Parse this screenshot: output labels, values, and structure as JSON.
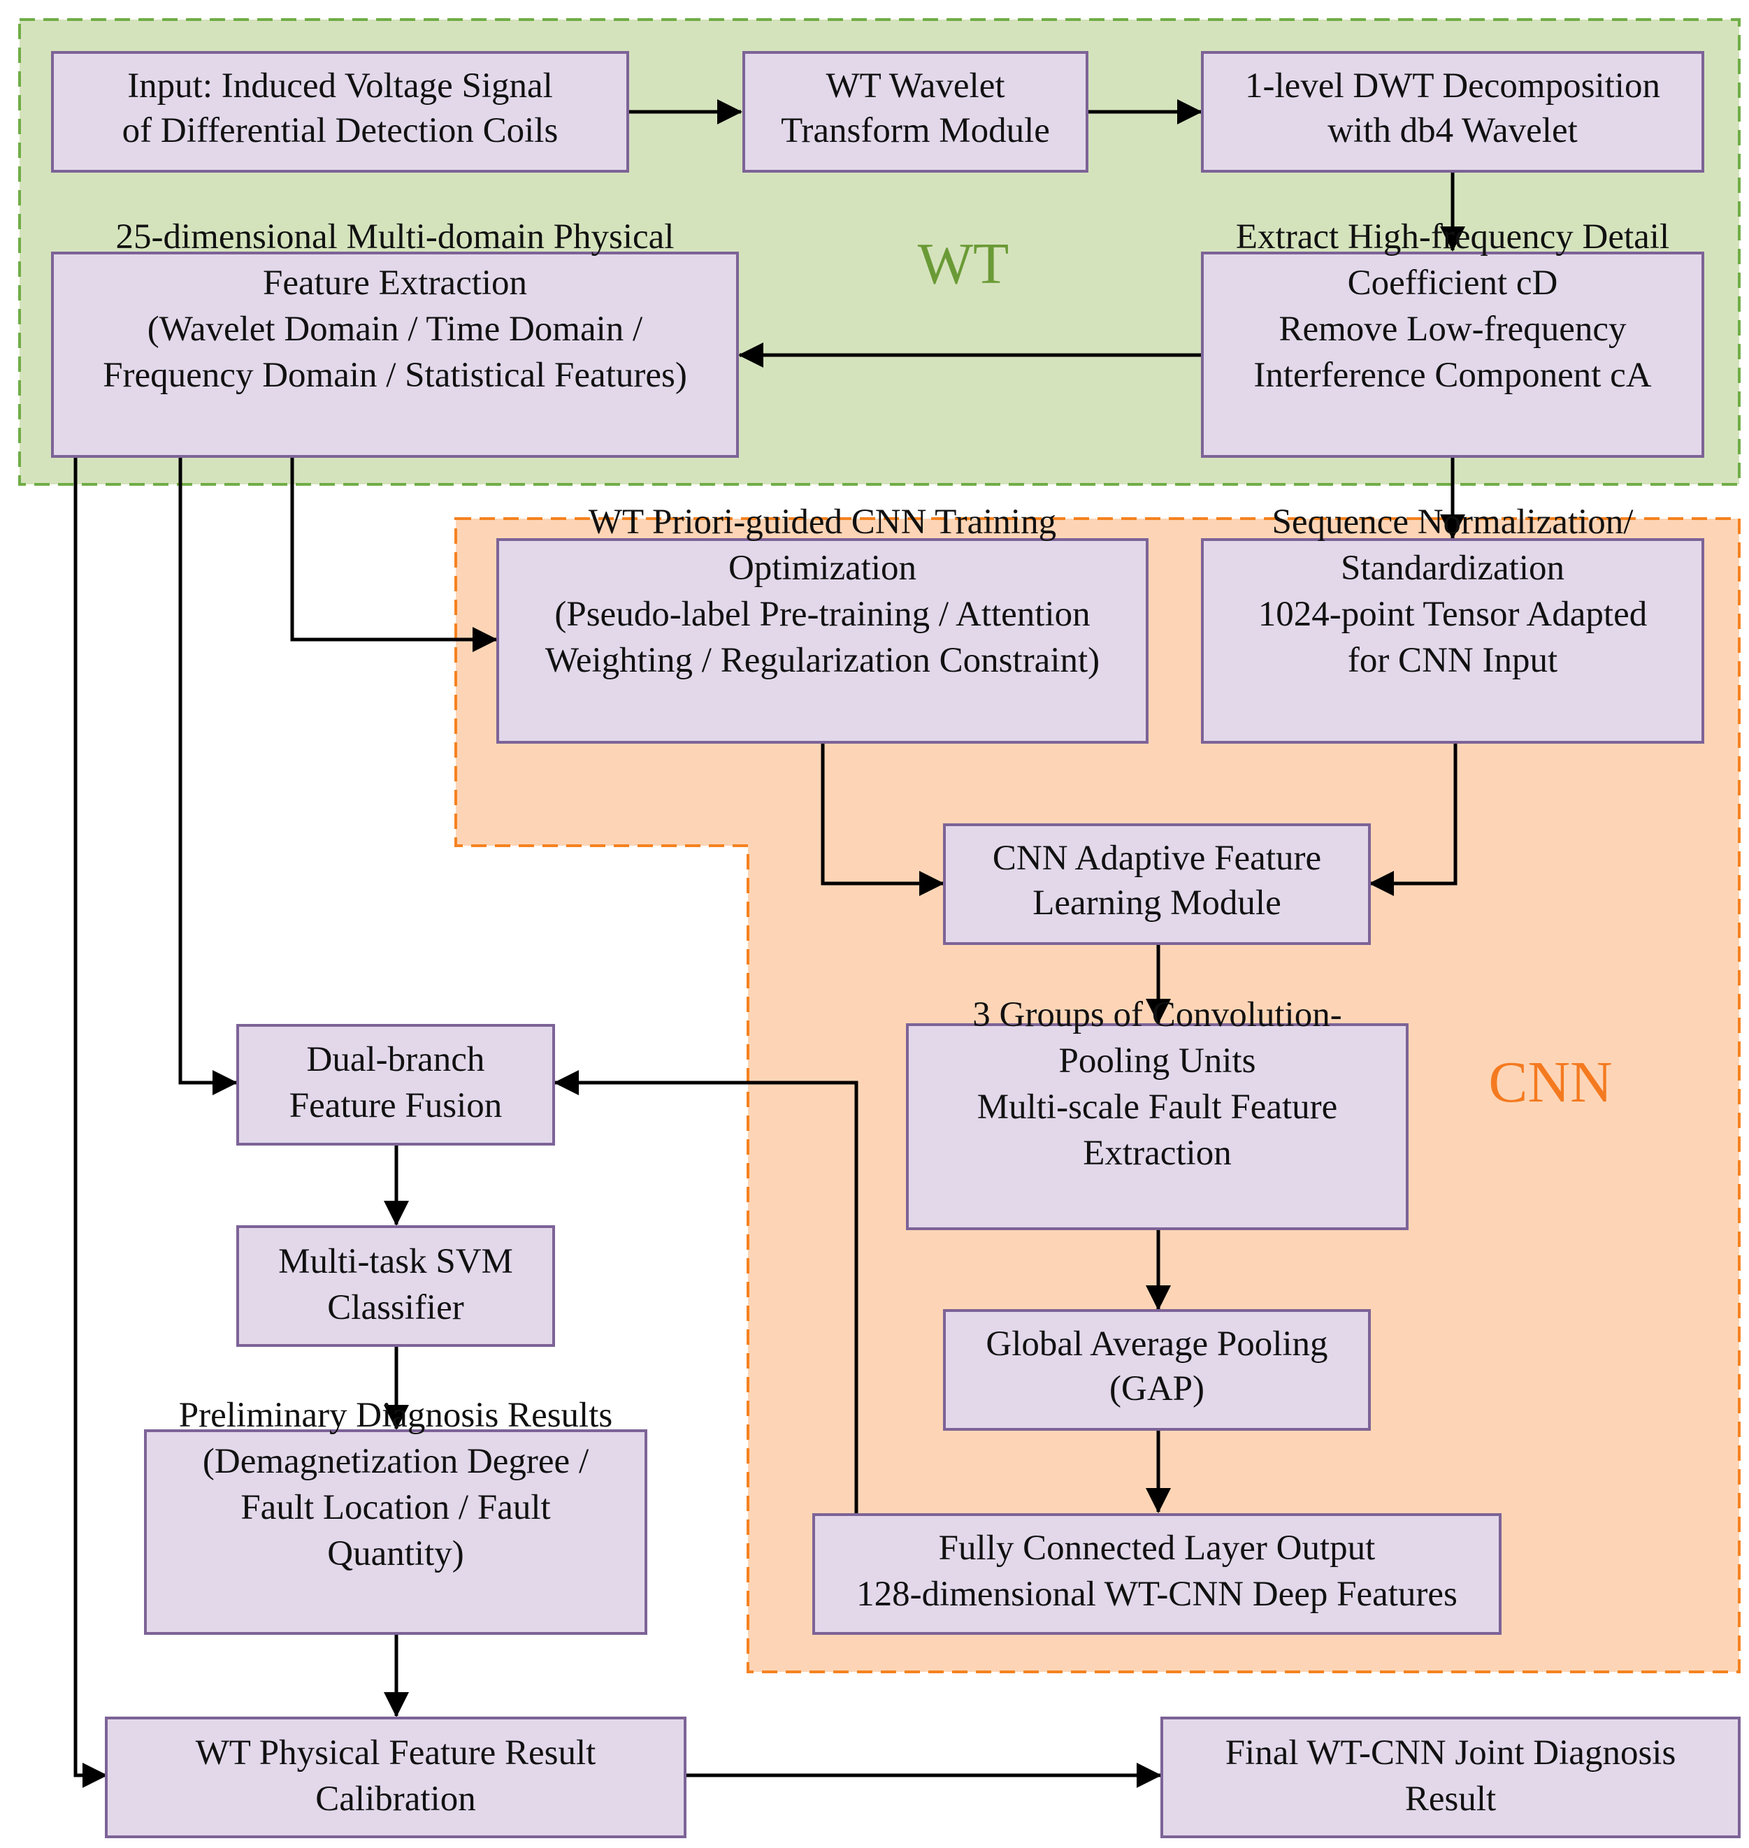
{
  "colors": {
    "wt_region_fill": "#d5e3bd",
    "wt_region_stroke": "#70ad47",
    "cnn_region_fill": "#fdd5b6",
    "cnn_region_stroke": "#f58220",
    "box_fill": "#e2d8ea",
    "box_stroke": "#7d6397",
    "arrow": "#000000",
    "wt_label": "#6a9a35",
    "cnn_label": "#f47a20"
  },
  "regions": {
    "wt": {
      "label": "WT"
    },
    "cnn": {
      "label": "CNN"
    }
  },
  "nodes": {
    "input": [
      "Input: Induced Voltage Signal",
      "of Differential Detection Coils"
    ],
    "wt_module": [
      "WT Wavelet",
      "Transform Module"
    ],
    "dwt": [
      "1-level DWT Decomposition",
      "with db4 Wavelet"
    ],
    "feature25": [
      "25-dimensional Multi-domain Physical",
      "Feature Extraction",
      "(Wavelet Domain / Time Domain /",
      "Frequency Domain / Statistical Features)"
    ],
    "extract_cd": [
      "Extract High-frequency Detail",
      "Coefficient cD",
      "Remove Low-frequency",
      "Interference Component cA"
    ],
    "priori": [
      "WT Priori-guided CNN Training",
      "Optimization",
      "(Pseudo-label Pre-training / Attention",
      "Weighting / Regularization Constraint)"
    ],
    "normalize": [
      "Sequence Normalization/",
      "Standardization",
      "1024-point Tensor Adapted",
      "for CNN Input"
    ],
    "cnn_adaptive": [
      "CNN Adaptive Feature",
      "Learning Module"
    ],
    "conv_groups": [
      "3 Groups of Convolution-",
      "Pooling Units",
      "Multi-scale Fault Feature",
      "Extraction"
    ],
    "gap": [
      "Global Average Pooling",
      "(GAP)"
    ],
    "fc": [
      "Fully Connected Layer Output",
      "128-dimensional WT-CNN Deep Features"
    ],
    "fusion": [
      "Dual-branch",
      "Feature Fusion"
    ],
    "svm": [
      "Multi-task SVM",
      "Classifier"
    ],
    "prelim": [
      "Preliminary Diagnosis Results",
      "(Demagnetization Degree /",
      "Fault Location / Fault",
      "Quantity)"
    ],
    "calibration": [
      "WT Physical Feature Result",
      "Calibration"
    ],
    "final": [
      "Final WT-CNN Joint Diagnosis",
      "Result"
    ]
  }
}
